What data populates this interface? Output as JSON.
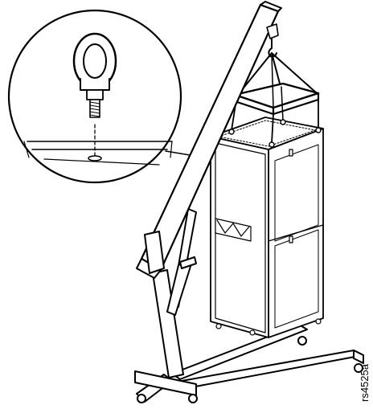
{
  "figure": {
    "id_label": "rs4525a"
  },
  "parts": {
    "detail_callout": "eyebolt-detail",
    "main": "engine-hoist-lifting-rack"
  },
  "colors": {
    "line": "#000000",
    "fill": "#ffffff",
    "shade": "#d0d0d0"
  }
}
